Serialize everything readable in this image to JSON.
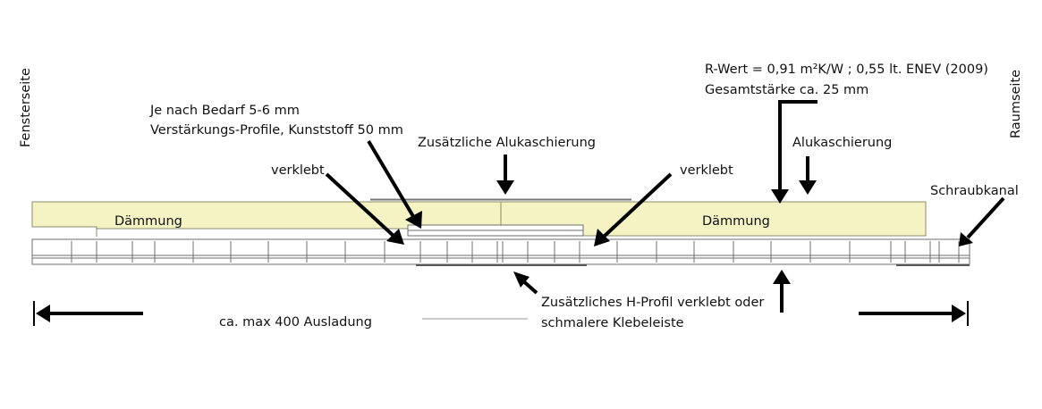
{
  "labels": {
    "window_side": "Fensterseite",
    "room_side": "Raumseite",
    "r_value": "R-Wert = 0,91 m²K/W ; 0,55 lt. ENEV (2009)",
    "total_thickness": "Gesamtstärke ca. 25 mm",
    "reinforcement_line1": "Je nach Bedarf 5-6 mm",
    "reinforcement_line2": "Verstärkungs-Profile, Kunststoff 50 mm",
    "additional_alu": "Zusätzliche Alukaschierung",
    "alu": "Alukaschierung",
    "glued_left": "verklebt",
    "glued_right": "verklebt",
    "screw_channel": "Schraubkanal",
    "insulation_left": "Dämmung",
    "insulation_right": "Dämmung",
    "h_profile_line1": "Zusätzliches H-Profil verklebt oder",
    "h_profile_line2": "schmalere Klebeleiste",
    "projection": "ca. max 400 Ausladung"
  },
  "colors": {
    "insulation": "#f5f2c4",
    "insulation_border": "#8c8a6a",
    "profile_line": "#6e6e6e",
    "arrow": "#000000"
  }
}
